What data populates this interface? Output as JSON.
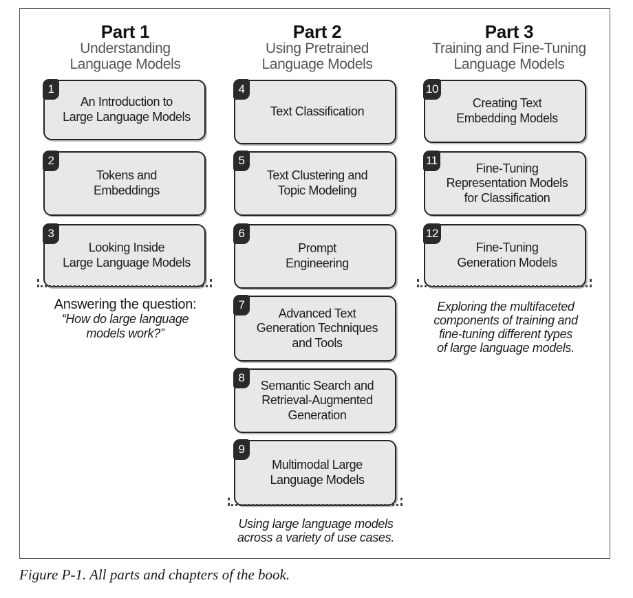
{
  "parts": [
    {
      "label": "Part 1",
      "subtitle": "Understanding\nLanguage Models",
      "chapters": [
        {
          "num": "1",
          "title": "An Introduction to\nLarge Language Models"
        },
        {
          "num": "2",
          "title": "Tokens and\nEmbeddings"
        },
        {
          "num": "3",
          "title": "Looking Inside\nLarge Language Models"
        }
      ],
      "note_lead": "Answering the question:",
      "note_body": "“How do large language\nmodels work?”"
    },
    {
      "label": "Part 2",
      "subtitle": "Using Pretrained\nLanguage Models",
      "chapters": [
        {
          "num": "4",
          "title": "Text Classification"
        },
        {
          "num": "5",
          "title": "Text Clustering and\nTopic Modeling"
        },
        {
          "num": "6",
          "title": "Prompt\nEngineering"
        },
        {
          "num": "7",
          "title": "Advanced Text\nGeneration Techniques\nand Tools"
        },
        {
          "num": "8",
          "title": "Semantic Search and\nRetrieval-Augmented\nGeneration"
        },
        {
          "num": "9",
          "title": "Multimodal Large\nLanguage Models"
        }
      ],
      "note_body": "Using large language models\nacross a variety of use cases."
    },
    {
      "label": "Part 3",
      "subtitle": "Training and Fine-Tuning\nLanguage Models",
      "chapters": [
        {
          "num": "10",
          "title": "Creating Text\nEmbedding Models"
        },
        {
          "num": "11",
          "title": "Fine-Tuning\nRepresentation Models\nfor Classification"
        },
        {
          "num": "12",
          "title": "Fine-Tuning\nGeneration Models"
        }
      ],
      "note_body": "Exploring the multifaceted\ncomponents of training and\nfine-tuning different types\nof large language models."
    }
  ],
  "caption": "Figure P-1. All parts and chapters of the book."
}
